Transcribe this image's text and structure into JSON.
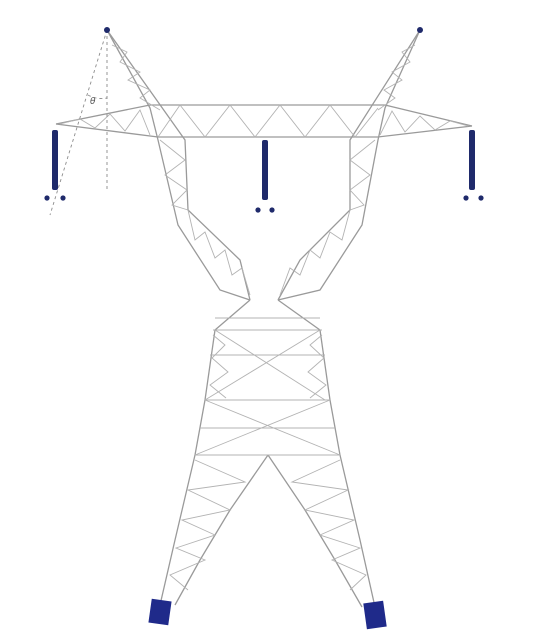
{
  "diagram": {
    "angle_symbol": "θ",
    "colors": {
      "lattice": "#9a9a9a",
      "insulator": "#1f2a6b",
      "foundation": "#1f2a8a",
      "guide": "#8c8c8c",
      "background": "#ffffff"
    },
    "insulators": [
      {
        "position": "left"
      },
      {
        "position": "center"
      },
      {
        "position": "right"
      }
    ],
    "foundations": [
      {
        "position": "left"
      },
      {
        "position": "right"
      }
    ],
    "earth_wire_peaks": [
      {
        "position": "left"
      },
      {
        "position": "right"
      }
    ]
  }
}
